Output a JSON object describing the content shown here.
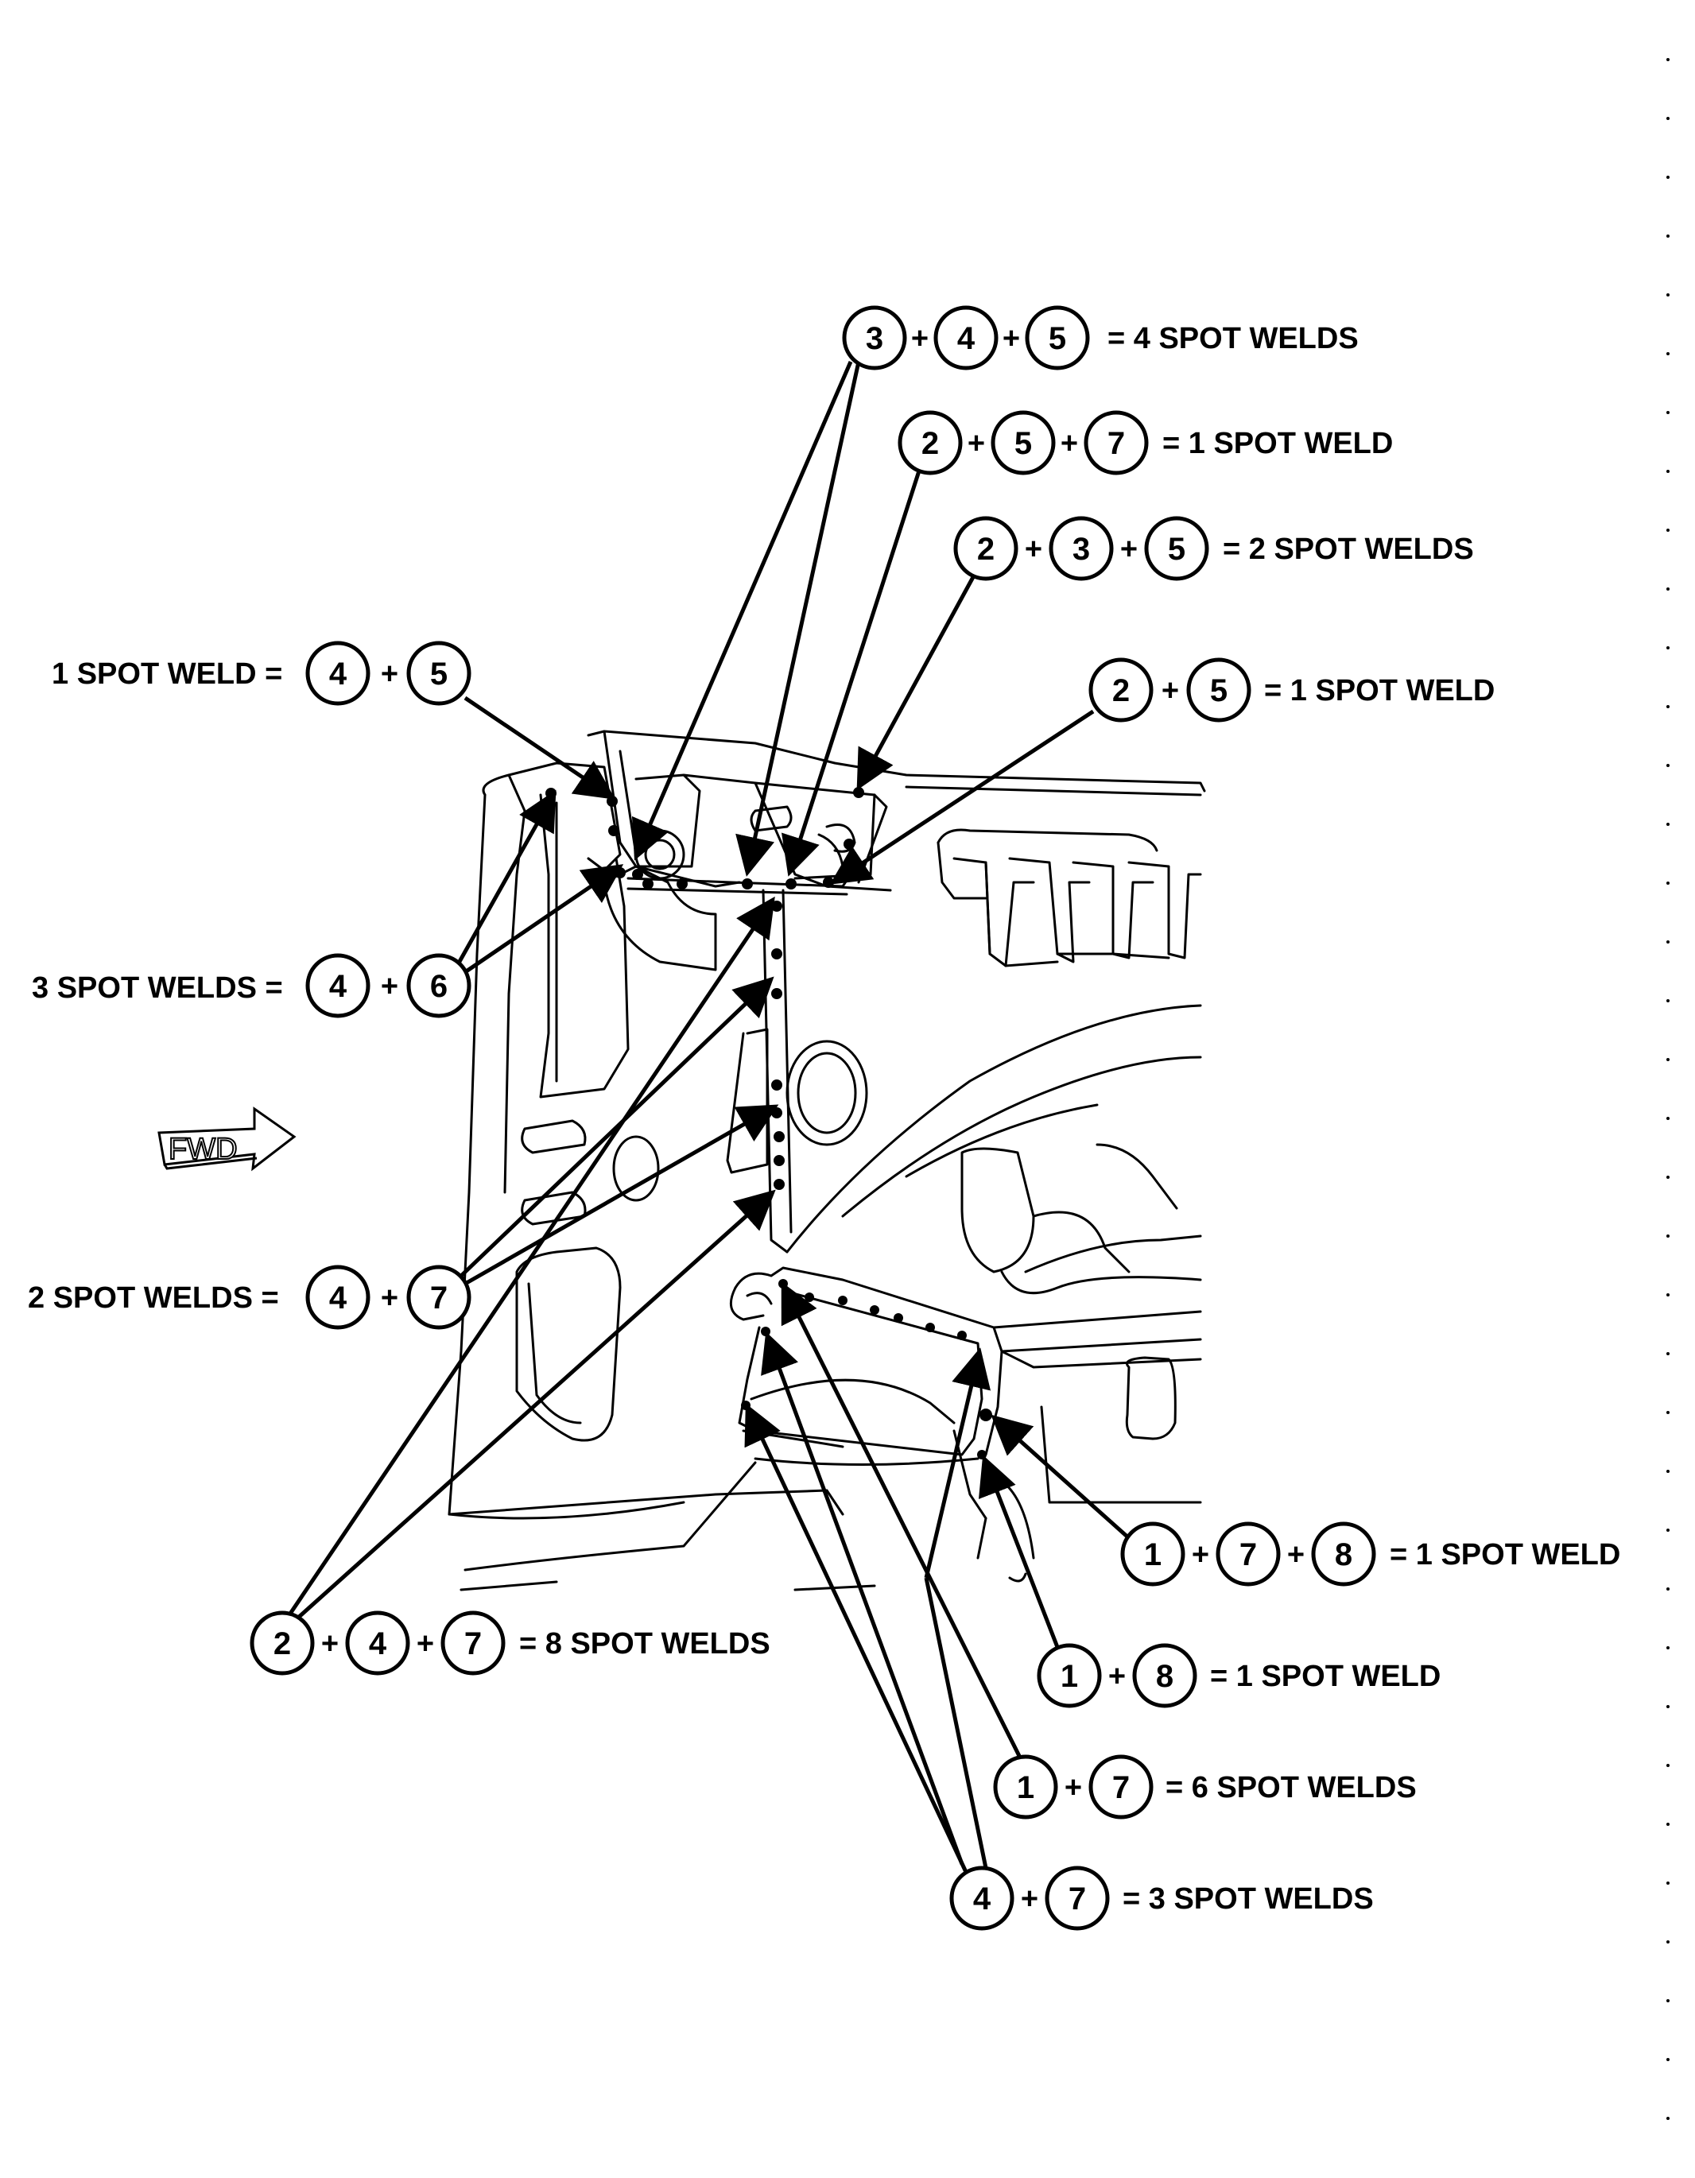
{
  "diagram": {
    "fwd_label": "FWD",
    "callouts": [
      {
        "id": "c1",
        "prefix": "",
        "parts": [
          "3",
          "4",
          "5"
        ],
        "suffix": "= 4 SPOT WELDS"
      },
      {
        "id": "c2",
        "prefix": "",
        "parts": [
          "2",
          "5",
          "7"
        ],
        "suffix": "= 1 SPOT WELD"
      },
      {
        "id": "c3",
        "prefix": "",
        "parts": [
          "2",
          "3",
          "5"
        ],
        "suffix": "= 2 SPOT WELDS"
      },
      {
        "id": "c4",
        "prefix": "1 SPOT WELD =",
        "parts": [
          "4",
          "5"
        ],
        "suffix": ""
      },
      {
        "id": "c5",
        "prefix": "",
        "parts": [
          "2",
          "5"
        ],
        "suffix": "= 1 SPOT WELD"
      },
      {
        "id": "c6",
        "prefix": "3 SPOT WELDS =",
        "parts": [
          "4",
          "6"
        ],
        "suffix": ""
      },
      {
        "id": "c7",
        "prefix": "2 SPOT WELDS =",
        "parts": [
          "4",
          "7"
        ],
        "suffix": ""
      },
      {
        "id": "c8",
        "prefix": "",
        "parts": [
          "1",
          "7",
          "8"
        ],
        "suffix": "= 1 SPOT WELD"
      },
      {
        "id": "c9",
        "prefix": "",
        "parts": [
          "2",
          "4",
          "7"
        ],
        "suffix": "= 8 SPOT WELDS"
      },
      {
        "id": "c10",
        "prefix": "",
        "parts": [
          "1",
          "8"
        ],
        "suffix": "= 1 SPOT WELD"
      },
      {
        "id": "c11",
        "prefix": "",
        "parts": [
          "1",
          "7"
        ],
        "suffix": "= 6 SPOT WELDS"
      },
      {
        "id": "c12",
        "prefix": "",
        "parts": [
          "4",
          "7"
        ],
        "suffix": "= 3 SPOT WELDS"
      }
    ]
  }
}
